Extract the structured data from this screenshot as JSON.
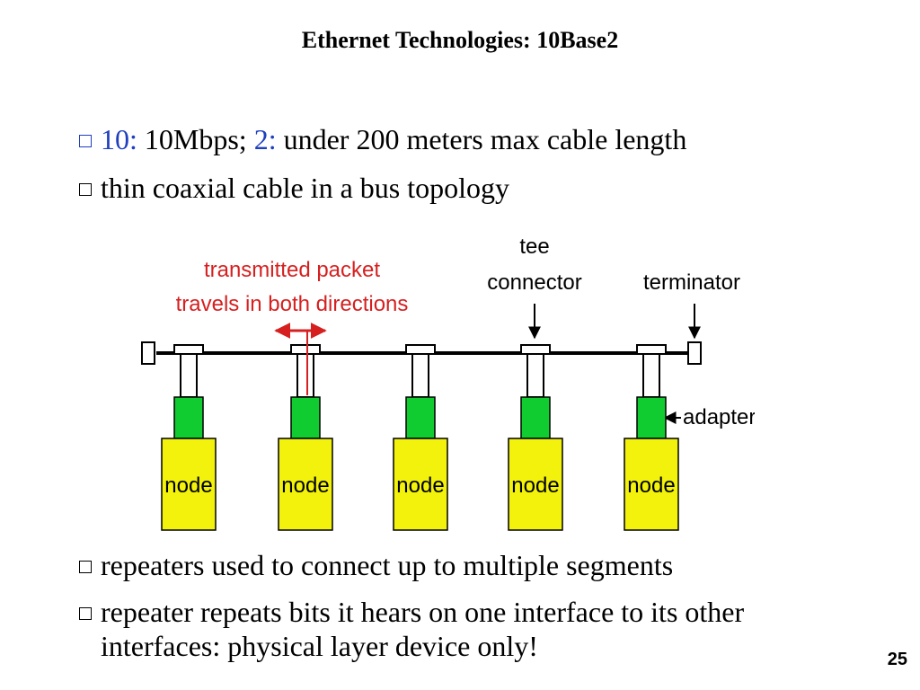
{
  "title": "Ethernet Technologies: 10Base2",
  "bullets_top": [
    {
      "parts": [
        {
          "text": "10: ",
          "highlight": true
        },
        {
          "text": "10Mbps; ",
          "highlight": false
        },
        {
          "text": "2: ",
          "highlight": true
        },
        {
          "text": "under 200 meters max  cable length",
          "highlight": false
        }
      ]
    },
    {
      "text": "thin coaxial cable in a bus topology"
    }
  ],
  "diagram": {
    "packet_label_line1": "transmitted packet",
    "packet_label_line2": "travels in both directions",
    "tee_label_line1": "tee",
    "tee_label_line2": "connector",
    "terminator_label": "terminator",
    "adapter_label": "adapter",
    "node_label": "node",
    "nodes": [
      "node",
      "node",
      "node",
      "node",
      "node"
    ],
    "colors": {
      "packet": "#d62020",
      "adapter": "#10cc30",
      "node": "#f2f20c"
    }
  },
  "bullets_bottom": [
    "repeaters used to connect up to multiple segments",
    "repeater repeats bits it hears on one interface to its other interfaces: physical layer device only!"
  ],
  "page_number": "25"
}
